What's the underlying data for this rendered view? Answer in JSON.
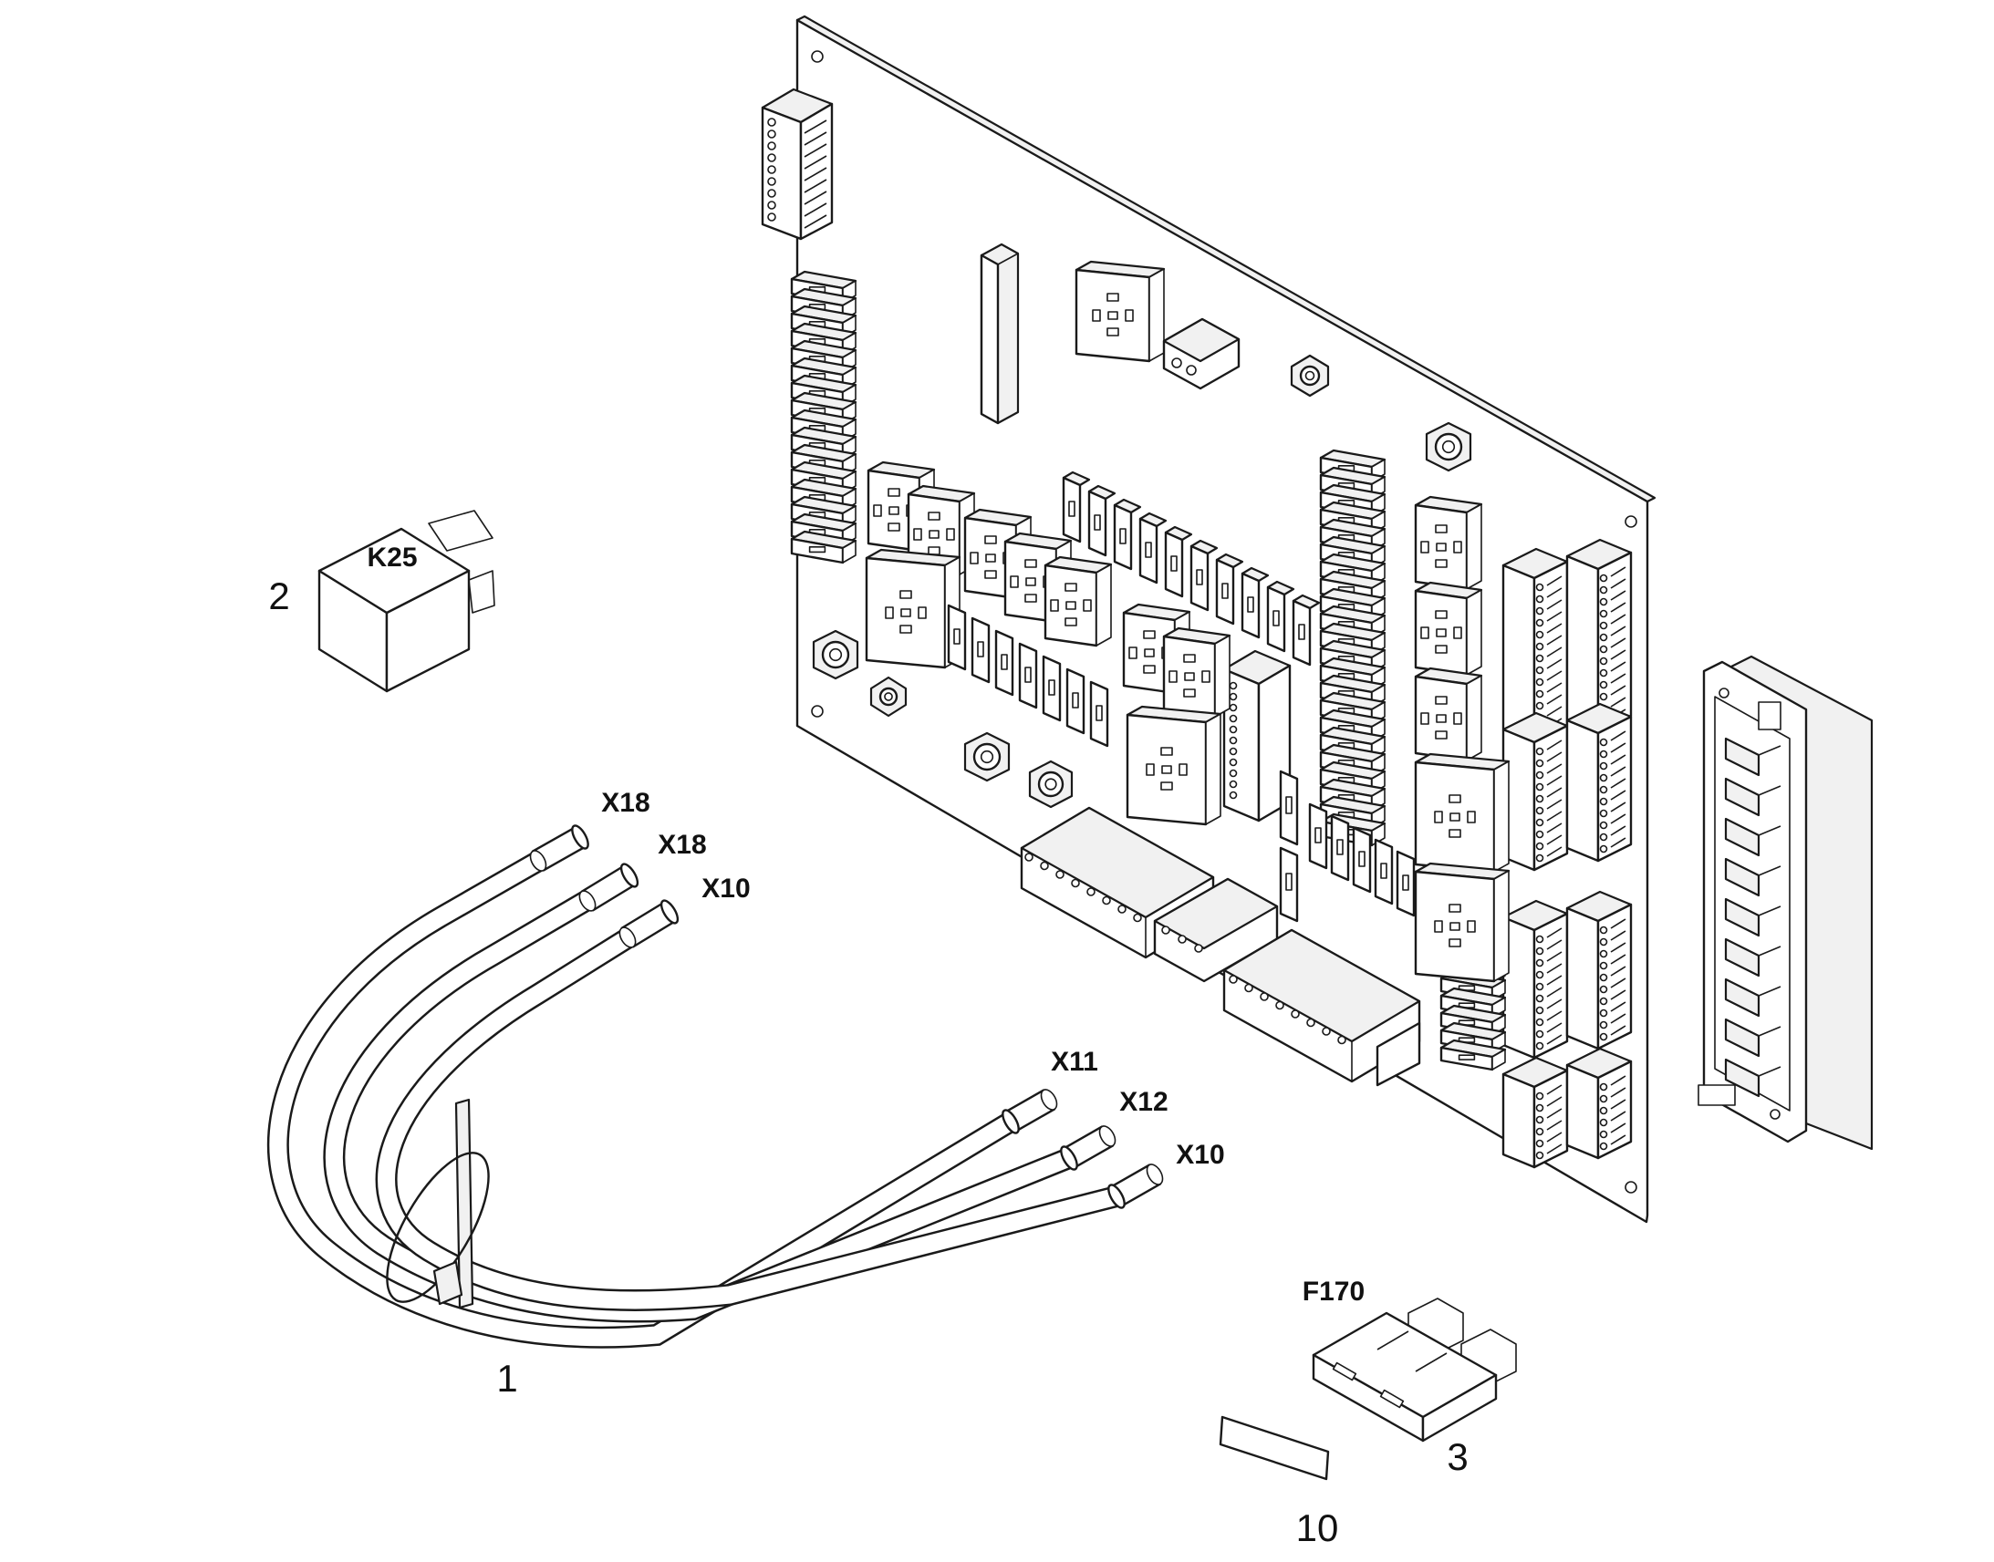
{
  "callouts": {
    "harness": "1",
    "relay": "2",
    "fuse": "3",
    "label_strip": "10"
  },
  "labels": {
    "relay": "K25",
    "fuse": "F170",
    "harness_top_1": "X18",
    "harness_top_2": "X18",
    "harness_top_3": "X10",
    "harness_end_1": "X11",
    "harness_end_2": "X12",
    "harness_end_3": "X10"
  }
}
